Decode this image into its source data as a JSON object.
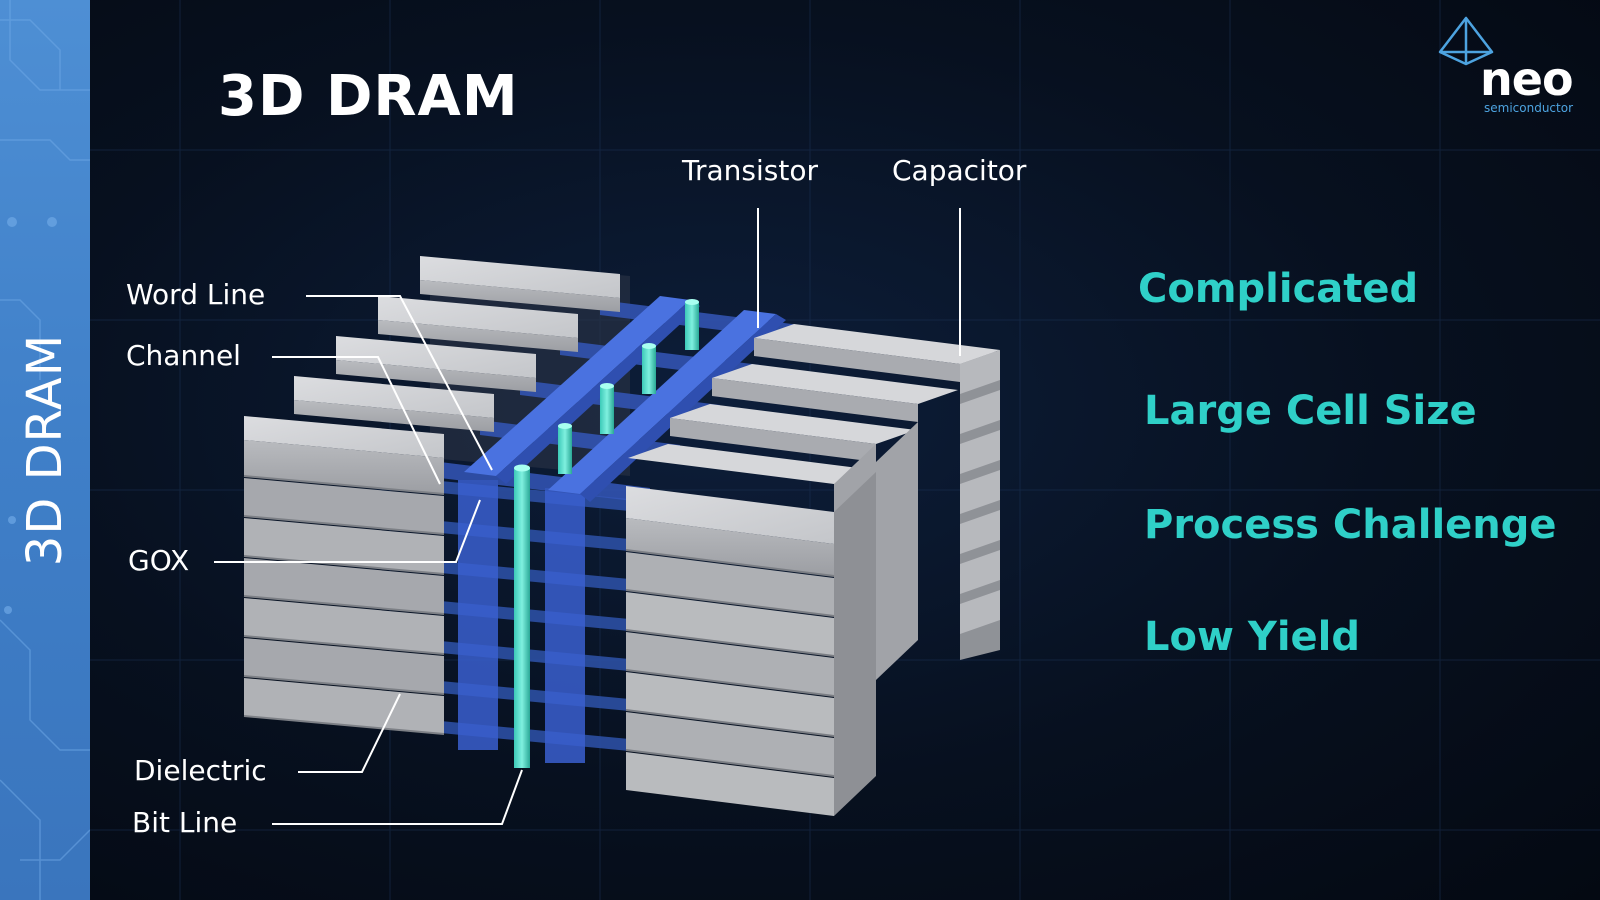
{
  "slide": {
    "title": "3D DRAM",
    "side_title": "3D DRAM"
  },
  "brand": {
    "name": "neo",
    "tagline": "semiconductor",
    "logo_icon": "pyramid-icon"
  },
  "diagram": {
    "labels": {
      "word_line": "Word Line",
      "channel": "Channel",
      "gox": "GOX",
      "dielectric": "Dielectric",
      "bit_line": "Bit Line",
      "transistor": "Transistor",
      "capacitor": "Capacitor"
    }
  },
  "issues": [
    "Complicated",
    "Large Cell Size",
    "Process Challenge",
    "Low Yield"
  ],
  "colors": {
    "background": "#060d1d",
    "side_band": "#4485cc",
    "accent_teal": "#2fd0c8",
    "word_line_blue": "#3f67d6",
    "capacitor_gray": "#cfd0d2"
  }
}
